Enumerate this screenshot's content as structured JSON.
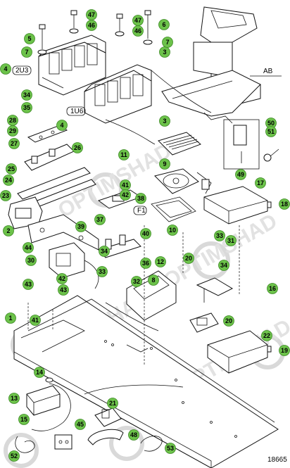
{
  "diagram": {
    "drawing_number": "18665",
    "label_ab": "AB",
    "labels": {
      "2u3": "2U3",
      "1u6": "1U6",
      "f1": "F1"
    },
    "callouts": [
      "1",
      "2",
      "3",
      "3",
      "4",
      "4",
      "5",
      "6",
      "7",
      "7",
      "8",
      "9",
      "10",
      "11",
      "12",
      "13",
      "14",
      "15",
      "16",
      "17",
      "18",
      "19",
      "20",
      "20",
      "21",
      "22",
      "23",
      "24",
      "25",
      "26",
      "27",
      "28",
      "29",
      "30",
      "31",
      "32",
      "33",
      "33",
      "34",
      "34",
      "34",
      "35",
      "36",
      "37",
      "38",
      "39",
      "40",
      "41",
      "41",
      "42",
      "42",
      "43",
      "43",
      "44",
      "45",
      "46",
      "46",
      "47",
      "47",
      "48",
      "49",
      "50",
      "51",
      "52",
      "53"
    ],
    "watermark": "OPTIMSHAD",
    "watermark_url": "www.optimshad.ru",
    "colors": {
      "callout_fill": "#6cc24a",
      "callout_stroke": "#3d8a25",
      "line": "#111111",
      "watermark": "#e2e2e2"
    }
  }
}
